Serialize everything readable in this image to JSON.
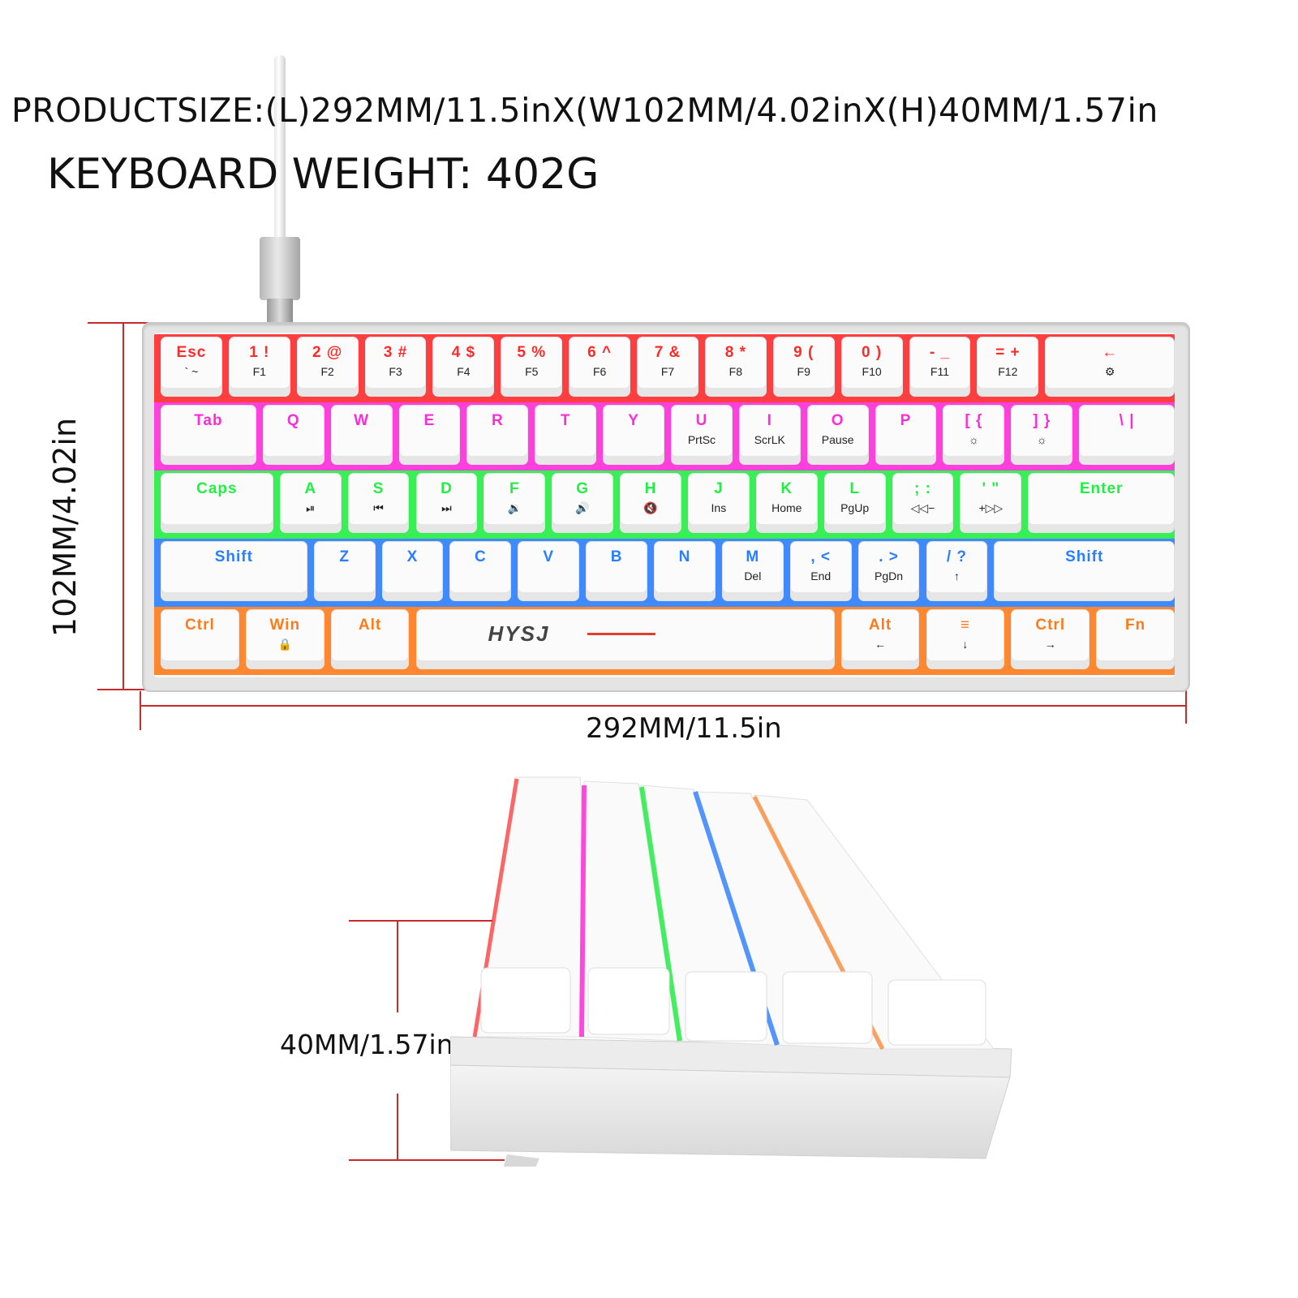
{
  "spec": {
    "product_size": "PRODUCTSIZE:(L)292MM/11.5inX(W102MM/4.02inX(H)40MM/1.57in",
    "weight": "KEYBOARD WEIGHT: 402G"
  },
  "dimensions": {
    "length": "292MM/11.5in",
    "width": "102MM/4.02in",
    "height": "40MM/1.57in"
  },
  "colors": {
    "row1": "#ff2a2a",
    "row2": "#ff2bd8",
    "row3": "#22ee44",
    "row4": "#2a7dff",
    "row5": "#ff7a1a",
    "dim_line": "#c62a2a"
  },
  "keyboard": {
    "brand": "HYSJ",
    "row1": [
      {
        "main": "Esc",
        "sub": "` ~"
      },
      {
        "main": "1 !",
        "sub": "F1"
      },
      {
        "main": "2 @",
        "sub": "F2"
      },
      {
        "main": "3 #",
        "sub": "F3"
      },
      {
        "main": "4 $",
        "sub": "F4"
      },
      {
        "main": "5 %",
        "sub": "F5"
      },
      {
        "main": "6 ^",
        "sub": "F6"
      },
      {
        "main": "7 &",
        "sub": "F7"
      },
      {
        "main": "8 *",
        "sub": "F8"
      },
      {
        "main": "9 (",
        "sub": "F9"
      },
      {
        "main": "0 )",
        "sub": "F10"
      },
      {
        "main": "- _",
        "sub": "F11"
      },
      {
        "main": "= +",
        "sub": "F12"
      },
      {
        "main": "←",
        "sub": "⚙"
      }
    ],
    "row2": [
      {
        "main": "Tab",
        "sub": ""
      },
      {
        "main": "Q",
        "sub": ""
      },
      {
        "main": "W",
        "sub": ""
      },
      {
        "main": "E",
        "sub": ""
      },
      {
        "main": "R",
        "sub": ""
      },
      {
        "main": "T",
        "sub": ""
      },
      {
        "main": "Y",
        "sub": ""
      },
      {
        "main": "U",
        "sub": "PrtSc"
      },
      {
        "main": "I",
        "sub": "ScrLK"
      },
      {
        "main": "O",
        "sub": "Pause"
      },
      {
        "main": "P",
        "sub": ""
      },
      {
        "main": "[ {",
        "sub": "☼"
      },
      {
        "main": "] }",
        "sub": "☼"
      },
      {
        "main": "\\ |",
        "sub": ""
      }
    ],
    "row3": [
      {
        "main": "Caps",
        "sub": ""
      },
      {
        "main": "A",
        "sub": "⏯"
      },
      {
        "main": "S",
        "sub": "⏮"
      },
      {
        "main": "D",
        "sub": "⏭"
      },
      {
        "main": "F",
        "sub": "🔉"
      },
      {
        "main": "G",
        "sub": "🔊"
      },
      {
        "main": "H",
        "sub": "🔇"
      },
      {
        "main": "J",
        "sub": "Ins"
      },
      {
        "main": "K",
        "sub": "Home"
      },
      {
        "main": "L",
        "sub": "PgUp"
      },
      {
        "main": "; :",
        "sub": "◁◁−"
      },
      {
        "main": "' \"",
        "sub": "+▷▷"
      },
      {
        "main": "Enter",
        "sub": ""
      }
    ],
    "row4": [
      {
        "main": "Shift",
        "sub": ""
      },
      {
        "main": "Z",
        "sub": ""
      },
      {
        "main": "X",
        "sub": ""
      },
      {
        "main": "C",
        "sub": ""
      },
      {
        "main": "V",
        "sub": ""
      },
      {
        "main": "B",
        "sub": ""
      },
      {
        "main": "N",
        "sub": ""
      },
      {
        "main": "M",
        "sub": "Del"
      },
      {
        "main": ", <",
        "sub": "End"
      },
      {
        "main": ". >",
        "sub": "PgDn"
      },
      {
        "main": "/ ?",
        "sub": "↑"
      },
      {
        "main": "Shift",
        "sub": ""
      }
    ],
    "row5": [
      {
        "main": "Ctrl",
        "sub": ""
      },
      {
        "main": "Win",
        "sub": "🔒"
      },
      {
        "main": "Alt",
        "sub": ""
      },
      {
        "main": "",
        "sub": ""
      },
      {
        "main": "Alt",
        "sub": "←"
      },
      {
        "main": "≡",
        "sub": "↓"
      },
      {
        "main": "Ctrl",
        "sub": "→"
      },
      {
        "main": "Fn",
        "sub": ""
      }
    ]
  }
}
